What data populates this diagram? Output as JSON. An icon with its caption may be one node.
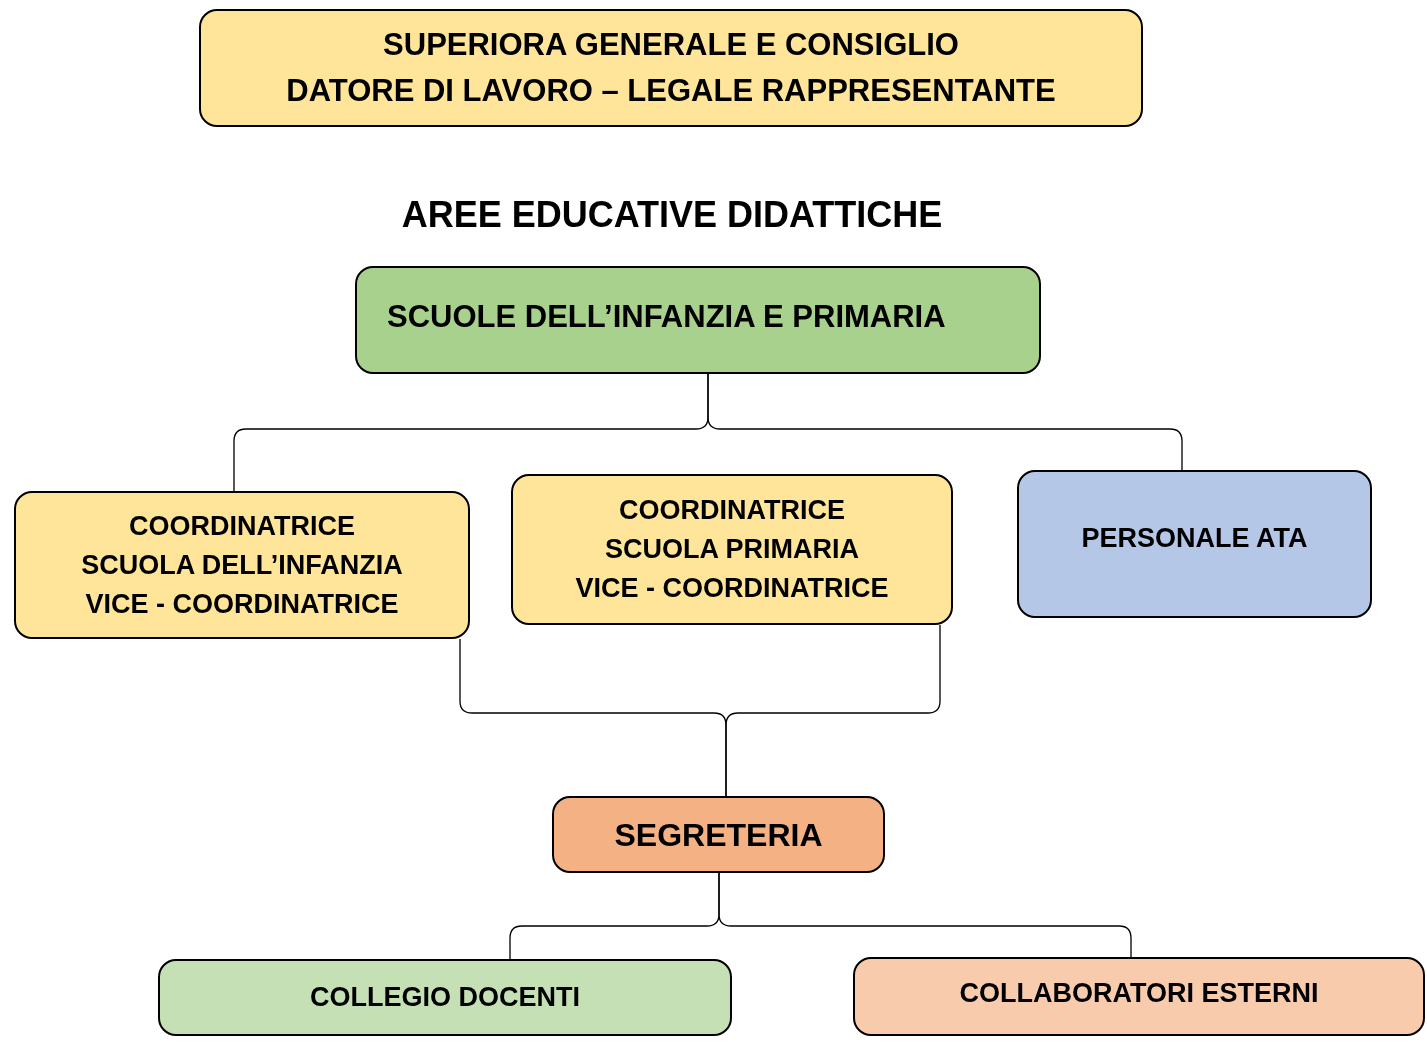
{
  "diagram": {
    "title": "AREE EDUCATIVE DIDATTICHE",
    "nodes": [
      {
        "text": [
          "SUPERIORA GENERALE E CONSIGLIO",
          "DATORE DI LAVORO – LEGALE RAPPRESENTANTE"
        ]
      },
      {
        "text": [
          "SCUOLE DELL’INFANZIA E PRIMARIA"
        ]
      },
      {
        "text": [
          "COORDINATRICE",
          "SCUOLA DELL’INFANZIA",
          "VICE - COORDINATRICE"
        ]
      },
      {
        "text": [
          "COORDINATRICE",
          "SCUOLA PRIMARIA",
          "VICE - COORDINATRICE"
        ]
      },
      {
        "text": [
          "PERSONALE ATA"
        ]
      },
      {
        "text": [
          "SEGRETERIA"
        ]
      },
      {
        "text": [
          "COLLEGIO DOCENTI"
        ]
      },
      {
        "text": [
          "COLLABORATORI ESTERNI"
        ]
      }
    ],
    "edges": [
      {
        "from": 1,
        "to": 2,
        "arrow": "none"
      },
      {
        "from": 1,
        "to": 4,
        "arrow": "none"
      },
      {
        "from": 2,
        "to": 5,
        "arrow": "none"
      },
      {
        "from": 3,
        "to": 5,
        "arrow": "none"
      },
      {
        "from": 5,
        "to": 6,
        "arrow": "none"
      },
      {
        "from": 5,
        "to": 7,
        "arrow": "none"
      }
    ]
  }
}
